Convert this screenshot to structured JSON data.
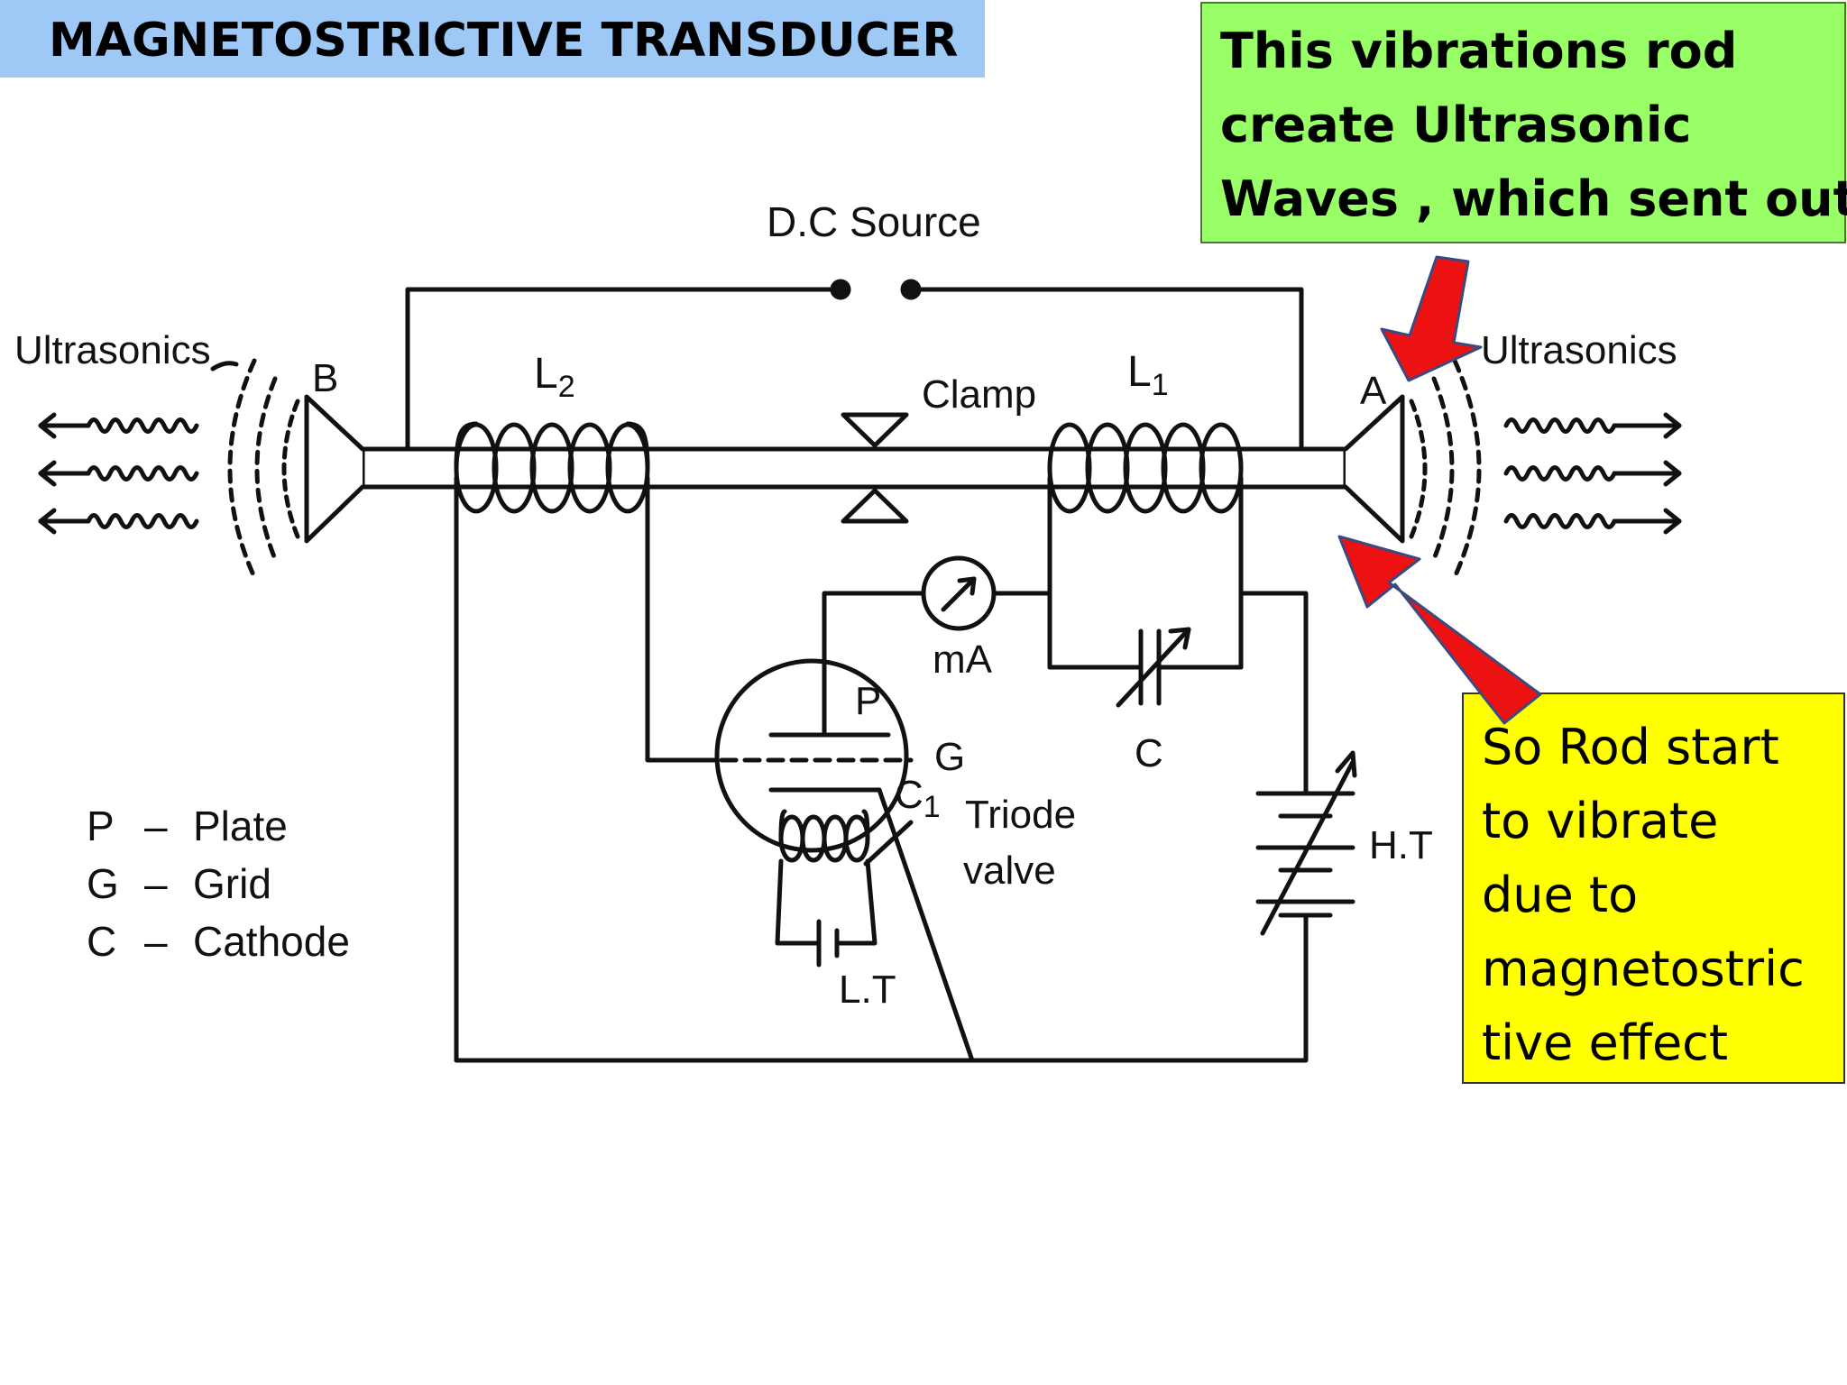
{
  "title": "MAGNETOSTRICTIVE TRANSDUCER",
  "callouts": {
    "top": [
      "This vibrations rod",
      "create Ultrasonic",
      "Waves , which sent out"
    ],
    "bottom": [
      "So Rod start",
      "to vibrate",
      "due to",
      "magnetostric",
      "tive effect"
    ]
  },
  "diagram": {
    "dc_source": "D.C Source",
    "ultrasonics_left": "Ultrasonics",
    "ultrasonics_right": "Ultrasonics",
    "end_b": "B",
    "end_a": "A",
    "coil_l2": "L",
    "coil_l2_sub": "2",
    "coil_l1": "L",
    "coil_l1_sub": "1",
    "clamp": "Clamp",
    "meter": "mA",
    "plate": "P",
    "grid": "G",
    "cathode_c": "C",
    "cathode_sub": "1",
    "triode_line1": "Triode",
    "triode_line2": "valve",
    "capacitor": "C",
    "high_tension": "H.T",
    "low_tension": "L.T"
  },
  "legend": [
    {
      "key": "P",
      "dash": "–",
      "value": "Plate"
    },
    {
      "key": "G",
      "dash": "–",
      "value": "Grid"
    },
    {
      "key": "C",
      "dash": "–",
      "value": "Cathode"
    }
  ],
  "colors": {
    "title_bg": "#9ec9f7",
    "callout_top_bg": "#99ff66",
    "callout_bottom_bg": "#ffff00",
    "arrow": "#ee1111"
  }
}
